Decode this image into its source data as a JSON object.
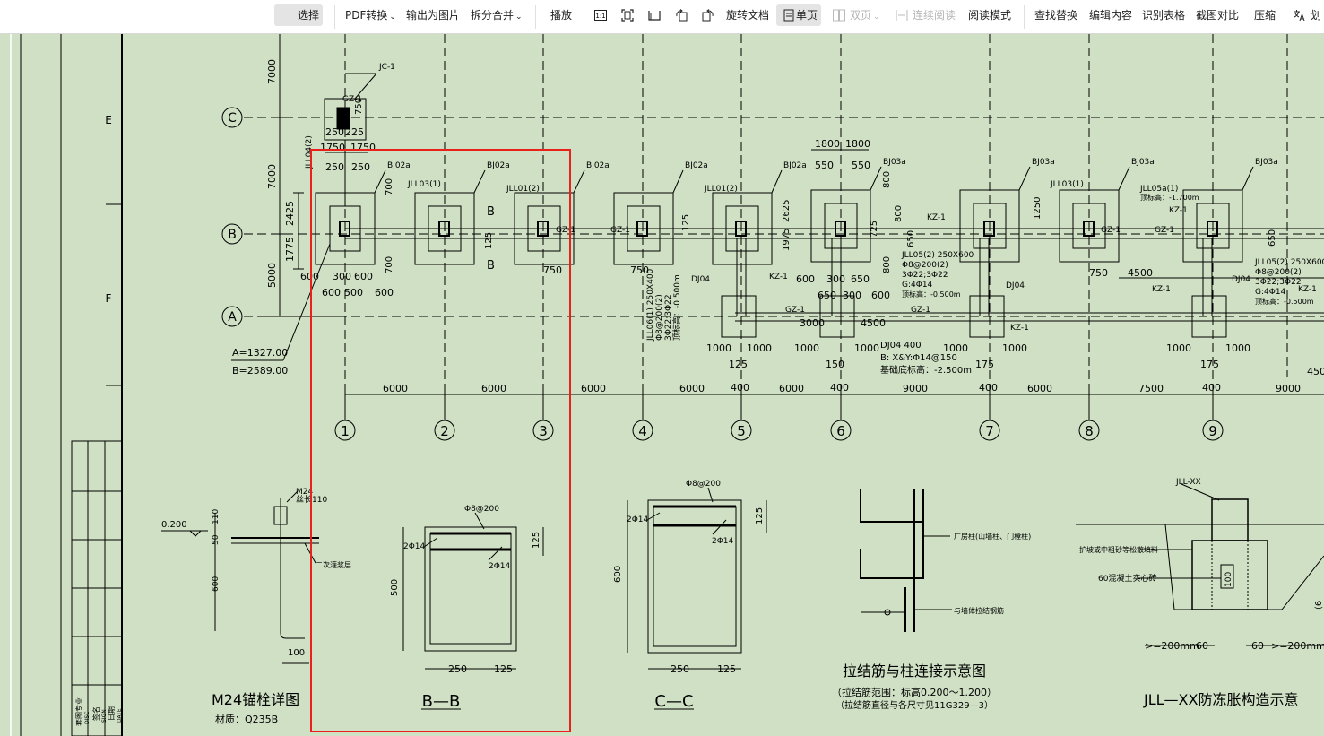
{
  "toolbar": {
    "select": "选择",
    "pdf_convert": "PDF转换",
    "export_image": "输出为图片",
    "split_merge": "拆分合并",
    "play": "播放",
    "rotate": "旋转文档",
    "single": "单页",
    "double": "双页",
    "continuous": "连续阅读",
    "reading_mode": "阅读模式",
    "find_replace": "查找替换",
    "edit_content": "编辑内容",
    "recognize_table": "识别表格",
    "compare": "截图对比",
    "compress": "压缩",
    "translate": "划"
  },
  "drawing": {
    "margin": {
      "zone_e": "E",
      "zone_f": "F"
    },
    "axes_rows": [
      "C",
      "B",
      "A"
    ],
    "axes_cols": [
      "1",
      "2",
      "3",
      "4",
      "5",
      "6",
      "7",
      "8",
      "9"
    ],
    "span_dims": [
      "6000",
      "6000",
      "6000",
      "6000",
      "6000",
      "9000",
      "6000",
      "7500",
      "9000"
    ],
    "left_dims": [
      "7000",
      "7000",
      "5000",
      "2425",
      "1775"
    ],
    "coords": {
      "a": "A=1327.00",
      "b": "B=2589.00"
    },
    "top_labels": {
      "jc1": "JC-1",
      "gz1": "GZ-1",
      "d750": "750",
      "d250": "250",
      "d225": "225",
      "d1750a": "1750",
      "d1750b": "1750",
      "d250b": "250",
      "d250c": "250",
      "d1800a": "1800",
      "d1800b": "1800",
      "d550a": "550",
      "d550b": "550"
    },
    "foundations": {
      "bj02a": "BJ02a",
      "bj03a": "BJ03a",
      "jll03": "JLL03(1)",
      "jll01": "JLL01(2)",
      "jll05a": "JLL05a(1)",
      "jll04": "JLL04(2)",
      "gz1": "GZ-1",
      "kz1": "KZ-1",
      "dj04": "DJ04",
      "b_mark": "B",
      "d600": "600",
      "d300": "300",
      "d500": "500",
      "d700": "700",
      "d750": "750",
      "d125": "125",
      "d1975": "1975",
      "d2625": "2625",
      "d3000": "3000",
      "d4500": "4500",
      "d1000": "1000",
      "d175": "175",
      "d150": "150",
      "d400": "400",
      "d800": "800",
      "d725": "725",
      "d650": "650",
      "d1250": "1250"
    },
    "notes": {
      "jll05_1": "JLL05(2) 250X600",
      "jll05_2": "Φ8@200(2)",
      "jll05_3": "3Φ22;3Φ22",
      "jll05_4": "G:4Φ14",
      "jll05_5": "顶标高：-0.500m",
      "dj04_1": "DJ04  400",
      "dj04_2": "B: X&Y:Φ14@150",
      "dj04_3": "基础底标高：-2.500m",
      "jll06_1": "JLL06(1) 250X400",
      "jll06_2": "Φ8@200(2)",
      "jll06_3": "3Φ22;3Φ22",
      "jll06_4": "顶标高：-0.500m",
      "jll05b_1": "JLL05(2) 250X600",
      "jll05b_2": "Φ8@200(2)",
      "jll05b_3": "3Φ22;3Φ22",
      "jll05b_4": "G:4Φ14",
      "jll05b_5": "顶标高：-0.500m",
      "jll05a_lvl": "顶标高：-1.700m",
      "d1450": "450"
    },
    "details": {
      "m24_title": "M24锚栓详图",
      "m24_sub": "材质：Q235B",
      "m24": "M24",
      "m24_len": "丝长110",
      "grout": "二次灌浆层",
      "elev": "0.200",
      "d110": "110",
      "d50": "50",
      "d600": "600",
      "d100": "100",
      "bb_title": "B—B",
      "bb_stirrup": "Φ8@200",
      "bb_top": "2Φ14",
      "bb_bot": "2Φ14",
      "bb_d125": "125",
      "bb_d500": "500",
      "bb_d250": "250",
      "bb_d125b": "125",
      "cc_title": "C—C",
      "cc_stirrup": "Φ8@200",
      "cc_top": "2Φ14",
      "cc_bot": "2Φ14",
      "cc_d125": "125",
      "cc_d600": "600",
      "cc_d250": "250",
      "cc_d125b": "125",
      "tie_title": "拉结筋与柱连接示意图",
      "tie_note1": "（拉结筋范围：标高0.200～1.200）",
      "tie_note2": "（拉结筋直径与各尺寸见11G329—3）",
      "tie_col": "厂房柱(山墙柱、门樘柱)",
      "tie_bar": "与墙体拉结钢筋",
      "jll_title": "JLL—XX防冻胀构造示意",
      "jll_tag": "JLL-XX",
      "jll_n1": "护坡或中粗砂等松散填料",
      "jll_n2": "60混凝土实心砖",
      "jll_d100": "100",
      "jll_d200a": ">=200mm",
      "jll_d60a": "60",
      "jll_d60b": "60",
      "jll_d200b": ">=200mm",
      "jll_cut": "(6"
    },
    "title_block": {
      "t1": "套图专业",
      "t2": "DISC",
      "t3": "签名",
      "t4": "SIGN",
      "t5": "日期",
      "t6": "DATE"
    }
  }
}
